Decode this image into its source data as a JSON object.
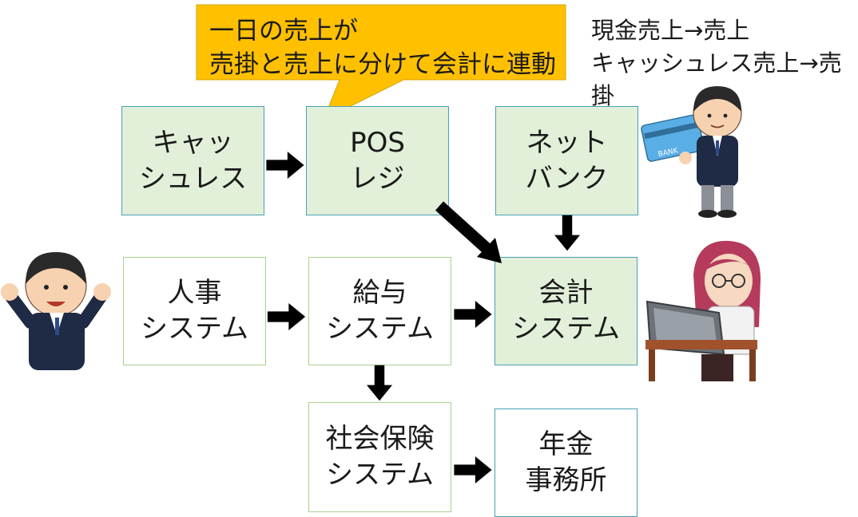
{
  "callout": {
    "text": "一日の売上が\n売掛と売上に分けて会計に連動"
  },
  "note": {
    "text": "現金売上→売上\nキャッシュレス売上→売掛"
  },
  "boxes": {
    "cashless": "キャッ\nシュレス",
    "pos": "POS\nレジ",
    "netbank": "ネット\nバンク",
    "hr": "人事\nシステム",
    "payroll": "給与\nシステム",
    "accounting": "会計\nシステム",
    "social_insurance": "社会保険\nシステム",
    "pension_office": "年金\n事務所"
  },
  "colors": {
    "box_green_fill": "#e2efd9",
    "callout_fill": "#ffc000",
    "arrow": "#000000"
  },
  "illustrations": [
    "man-holding-bank-card-figure",
    "cheering-man-figure",
    "woman-at-laptop-figure"
  ]
}
